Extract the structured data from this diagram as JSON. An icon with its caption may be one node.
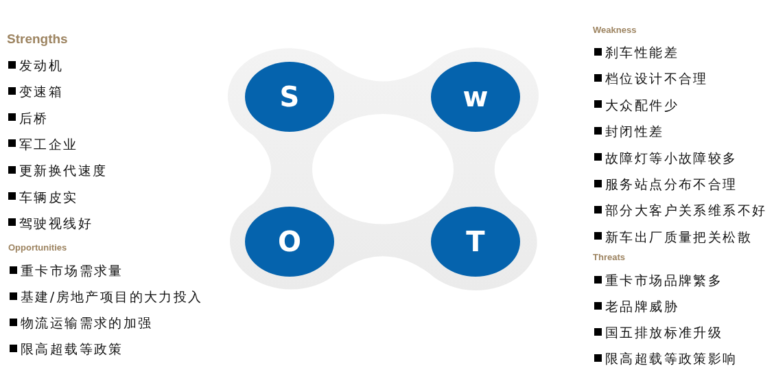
{
  "diagram": {
    "nodes": [
      {
        "text": [
          "S"
        ]
      },
      {
        "text": [
          "w"
        ]
      },
      {
        "text": [
          "O"
        ]
      },
      {
        "text": [
          "T"
        ]
      }
    ],
    "labels": [
      "Strengths",
      "发动机",
      "变速箱",
      "后桥",
      "军工企业",
      "更新换代速度",
      "车辆皮实",
      "驾驶视线好",
      "Opportunities",
      "重卡市场需求量",
      "基建/房地产项目的大力投入",
      "物流运输需求的加强",
      "限高超载等政策",
      "Weakness",
      "刹车性能差",
      "档位设计不合理",
      "大众配件少",
      "封闭性差",
      "故障灯等小故障较多",
      "服务站点分布不合理",
      "部分大客户关系维系不好",
      "新车出厂质量把关松散",
      "Threats",
      "重卡市场品牌繁多",
      "老品牌威胁",
      "国五排放标准升级",
      "限高超载等政策影响"
    ]
  }
}
